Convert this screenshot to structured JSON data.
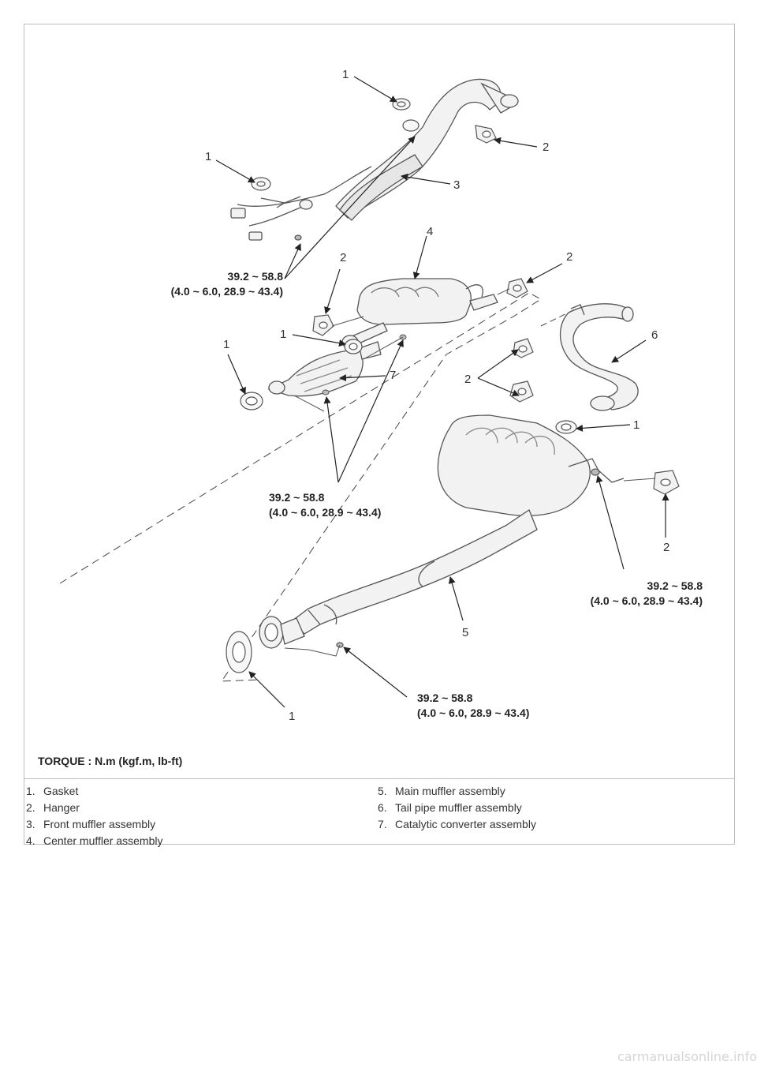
{
  "callouts": {
    "c1_top": "1",
    "c2_top": "2",
    "c1_left_upper": "1",
    "c3": "3",
    "c4": "4",
    "c2_mid_left": "2",
    "c2_mid_right": "2",
    "c1_cat_right": "1",
    "c1_cat_left": "1",
    "c7": "7",
    "c6": "6",
    "c2_tail": "2",
    "c1_tail": "1",
    "c2_main": "2",
    "c5": "5",
    "c1_bottom": "1"
  },
  "torques": {
    "t1": "39.2 ~ 58.8\n(4.0 ~ 6.0, 28.9 ~ 43.4)",
    "t2": "39.2 ~ 58.8\n(4.0 ~ 6.0, 28.9 ~ 43.4)",
    "t3": "39.2 ~ 58.8\n(4.0 ~ 6.0, 28.9 ~ 43.4)",
    "t4": "39.2 ~ 58.8\n(4.0 ~ 6.0, 28.9 ~ 43.4)"
  },
  "torque_legend": "TORQUE : N.m (kgf.m, lb-ft)",
  "legend": {
    "left": [
      {
        "num": "1.",
        "label": "Gasket"
      },
      {
        "num": "2.",
        "label": "Hanger"
      },
      {
        "num": "3.",
        "label": "Front muffler assembly"
      },
      {
        "num": "4.",
        "label": "Center muffler assembly"
      }
    ],
    "right": [
      {
        "num": "5.",
        "label": "Main muffler assembly"
      },
      {
        "num": "6.",
        "label": "Tail pipe muffler assembly"
      },
      {
        "num": "7.",
        "label": "Catalytic converter assembly"
      }
    ]
  },
  "watermark": "carmanualsonline.info",
  "colors": {
    "line": "#333333",
    "part_fill": "#f2f2f2",
    "part_stroke": "#555555"
  }
}
